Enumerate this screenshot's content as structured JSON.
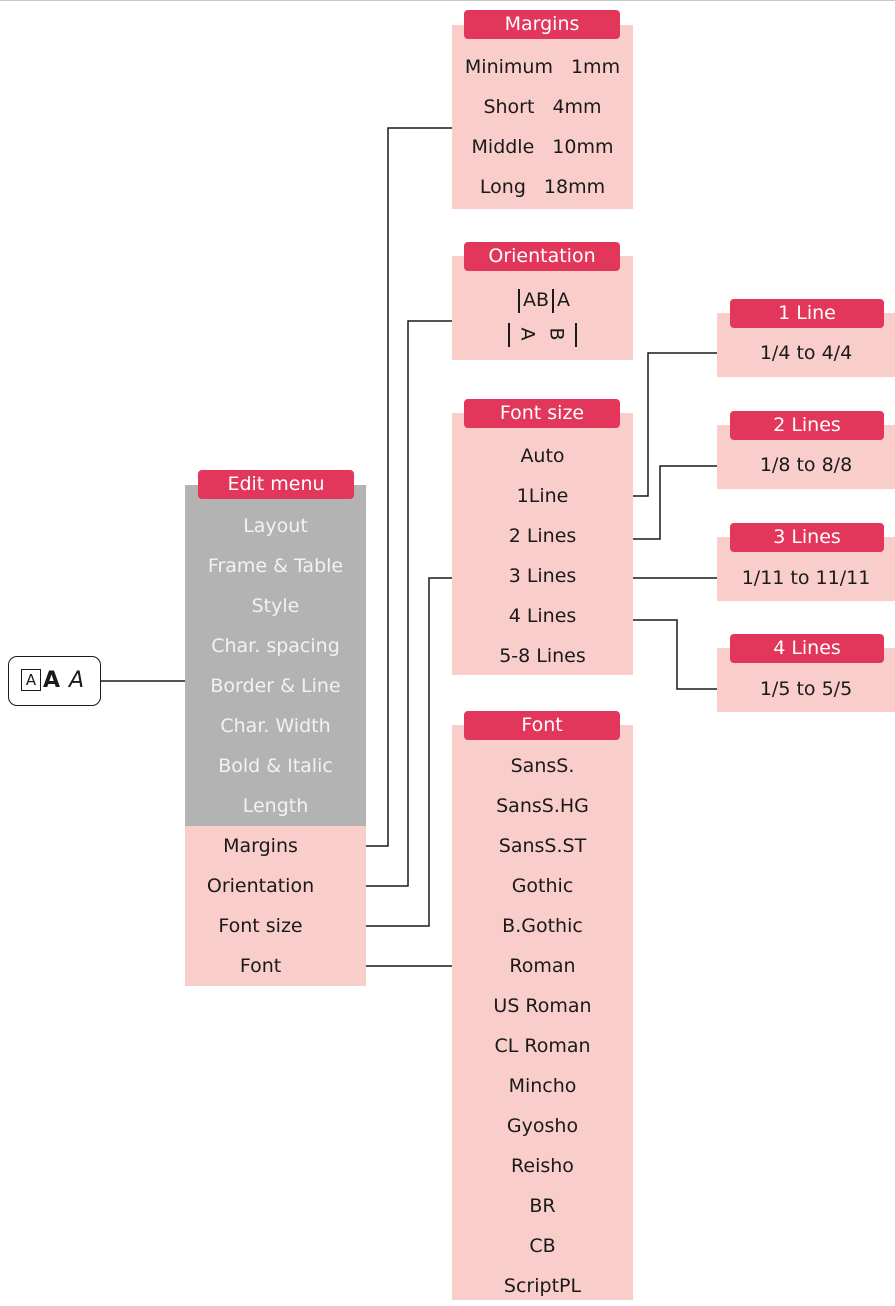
{
  "icon_key": {
    "glyphs": [
      "A",
      "A",
      "A"
    ]
  },
  "edit_menu": {
    "title": "Edit menu",
    "grey_items": [
      "Layout",
      "Frame & Table",
      "Style",
      "Char. spacing",
      "Border & Line",
      "Char. Width",
      "Bold & Italic",
      "Length"
    ],
    "pink_items": [
      "Margins",
      "Orientation",
      "Font size",
      "Font"
    ]
  },
  "margins": {
    "title": "Margins",
    "rows": [
      {
        "name": "Minimum",
        "value": "1mm"
      },
      {
        "name": "Short",
        "value": "4mm"
      },
      {
        "name": "Middle",
        "value": "10mm"
      },
      {
        "name": "Long",
        "value": "18mm"
      }
    ]
  },
  "orientation": {
    "title": "Orientation",
    "horizontal": [
      "AB",
      "A"
    ],
    "vertical": [
      "A",
      "B"
    ]
  },
  "font_size": {
    "title": "Font size",
    "items": [
      "Auto",
      "1Line",
      "2 Lines",
      "3 Lines",
      "4 Lines",
      "5-8 Lines"
    ]
  },
  "line_boxes": [
    {
      "title": "1 Line",
      "range": "1/4 to 4/4"
    },
    {
      "title": "2 Lines",
      "range": "1/8 to 8/8"
    },
    {
      "title": "3 Lines",
      "range": "1/11 to 11/11"
    },
    {
      "title": "4 Lines",
      "range": "1/5 to 5/5"
    }
  ],
  "font": {
    "title": "Font",
    "items": [
      "SansS.",
      "SansS.HG",
      "SansS.ST",
      "Gothic",
      "B.Gothic",
      "Roman",
      "US Roman",
      "CL Roman",
      "Mincho",
      "Gyosho",
      "Reisho",
      "BR",
      "CB",
      "ScriptPL"
    ]
  },
  "colors": {
    "title_bg": "#e2375a",
    "pink_box": "#f8cdca",
    "grey_box": "#b3b3b3"
  }
}
